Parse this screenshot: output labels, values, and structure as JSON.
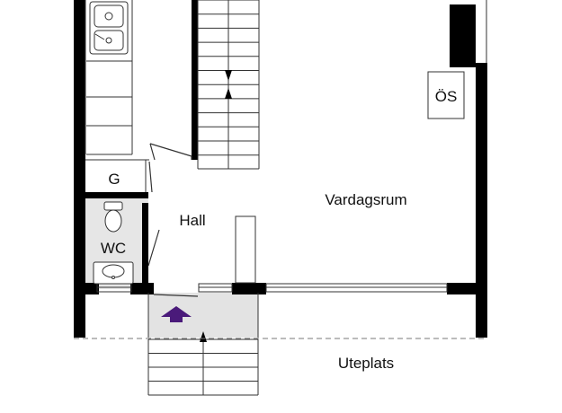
{
  "rooms": {
    "g": "G",
    "wc": "WC",
    "hall": "Hall",
    "os": "ÖS",
    "vardagsrum": "Vardagsrum",
    "uteplats": "Uteplats"
  },
  "colors": {
    "wall": "#000000",
    "line": "#333333",
    "wc_floor": "#e6e6e6",
    "entrance_floor": "#e3e3e3",
    "entrance_arrow": "#4a1a7a"
  },
  "icons": {
    "sink": "kitchen-sink-icon",
    "toilet": "toilet-icon",
    "basin": "wash-basin-icon",
    "entrance": "entrance-arrow-icon"
  }
}
